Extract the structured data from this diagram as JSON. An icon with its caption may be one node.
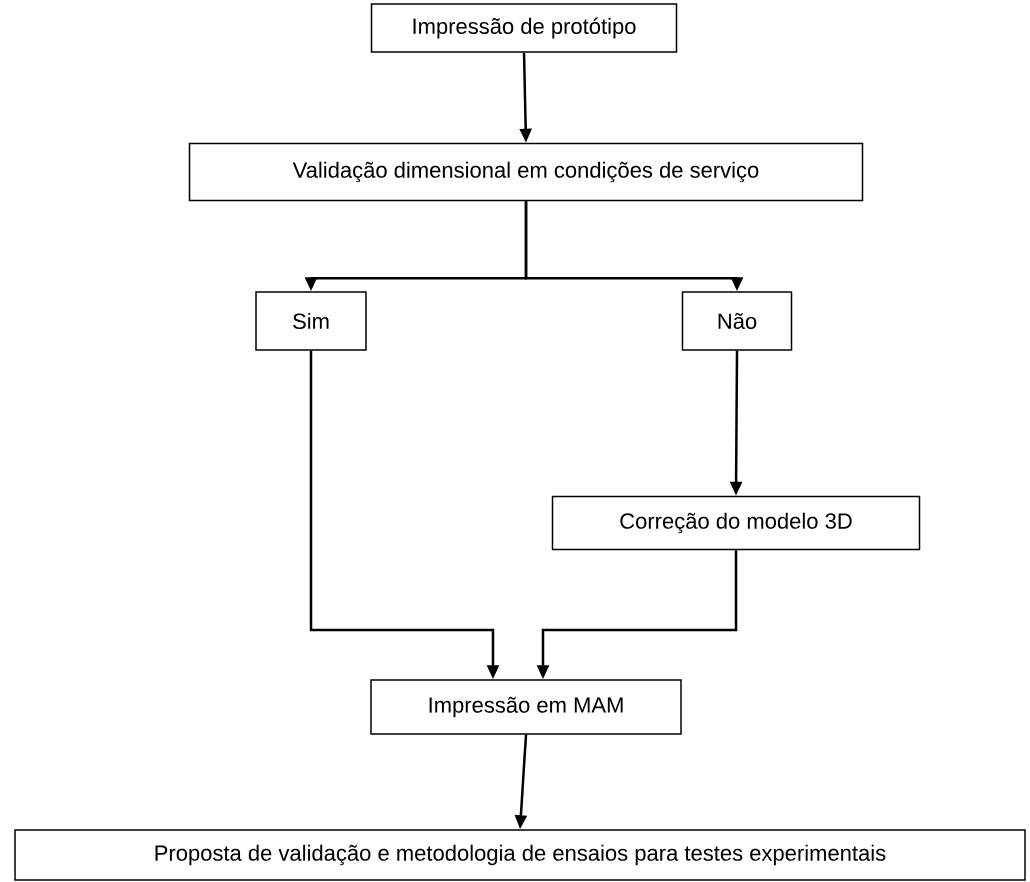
{
  "diagram": {
    "nodes": [
      {
        "text": [
          "Impressão de protótipo"
        ]
      },
      {
        "text": [
          "Validação dimensional em condições de serviço"
        ]
      },
      {
        "text": [
          "Sim"
        ]
      },
      {
        "text": [
          "Não"
        ]
      },
      {
        "text": [
          "Correção do modelo 3D"
        ]
      },
      {
        "text": [
          "Impressão em MAM"
        ]
      },
      {
        "text": [
          "Proposta de validação e metodologia de ensaios para testes experimentais"
        ]
      }
    ],
    "edges": [
      {
        "from": 0,
        "to": 1,
        "arrow": "to"
      },
      {
        "from": 1,
        "to": 2,
        "arrow": "to"
      },
      {
        "from": 1,
        "to": 3,
        "arrow": "to"
      },
      {
        "from": 3,
        "to": 4,
        "arrow": "to"
      },
      {
        "from": 2,
        "to": 5,
        "arrow": "to"
      },
      {
        "from": 4,
        "to": 5,
        "arrow": "to"
      },
      {
        "from": 5,
        "to": 6,
        "arrow": "to"
      }
    ]
  }
}
